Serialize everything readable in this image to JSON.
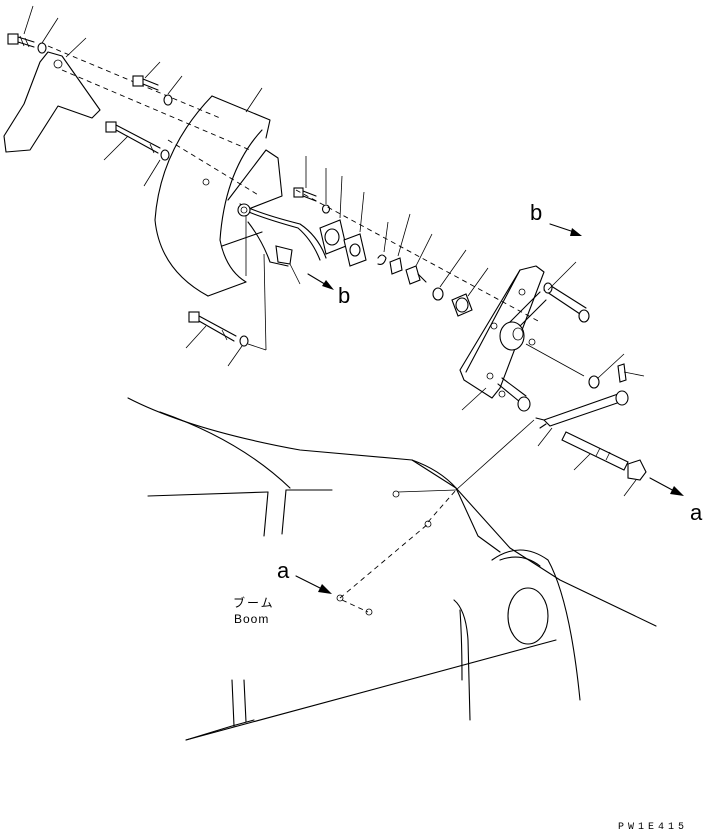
{
  "labels": {
    "arrow_a_top": "a",
    "arrow_a_bottom": "a",
    "arrow_b_top": "b",
    "arrow_b_bottom": "b",
    "boom_japanese": "ブーム",
    "boom_english": "Boom",
    "drawing_code": "PW1E415"
  }
}
